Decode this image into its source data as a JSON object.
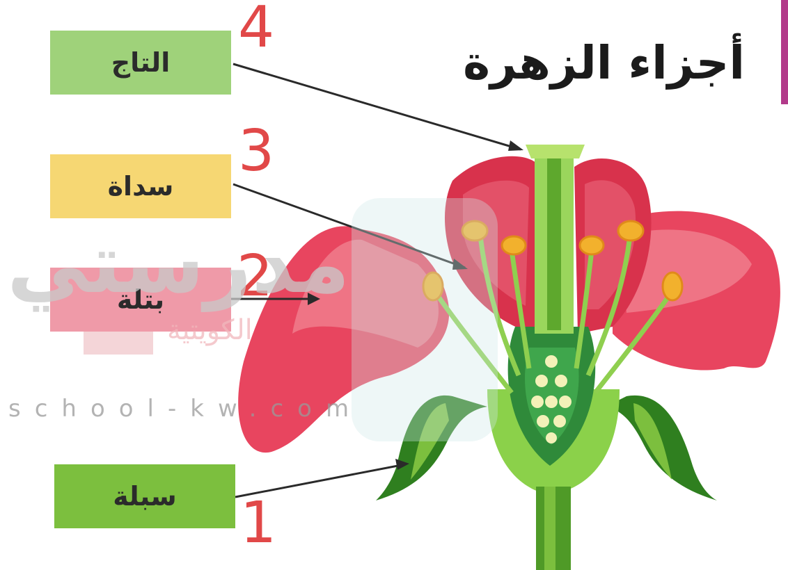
{
  "title": "أجزاء الزهرة",
  "labels": [
    {
      "number": "4",
      "text": "التاج",
      "color": "#9fd27a"
    },
    {
      "number": "3",
      "text": "سداة",
      "color": "#f6d773"
    },
    {
      "number": "2",
      "text": "بتلة",
      "color": "#ef9aa8"
    },
    {
      "number": "1",
      "text": "سبلة",
      "color": "#7cbf3e"
    }
  ],
  "watermark": {
    "brand": "مدرستي",
    "sub": "الكويتية",
    "url": "school-kw.com"
  }
}
